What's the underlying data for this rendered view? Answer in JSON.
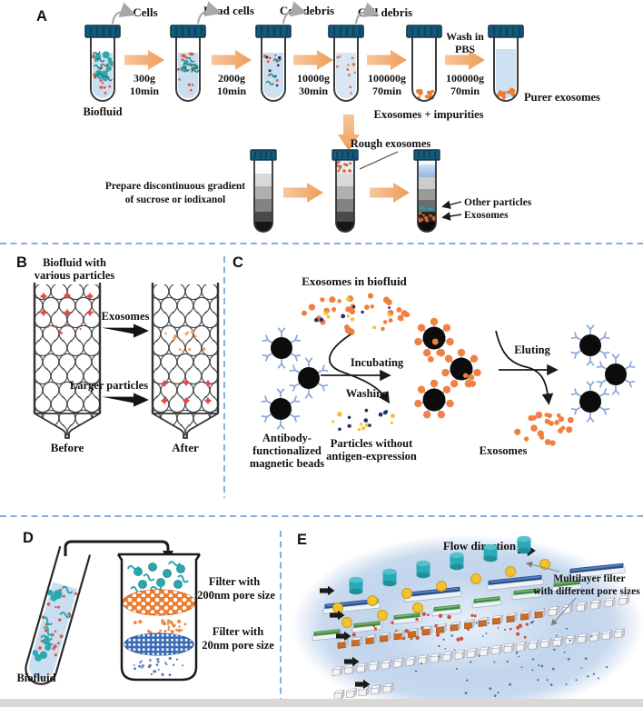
{
  "colors": {
    "divider_dash": "#74a3d8",
    "tube_cap": "#15597b",
    "arrow_orange": "#f0a263",
    "exosome_orange": "#ef8040",
    "biofluid_blue": "#c9def1",
    "teal_particle": "#2aa7ac",
    "red_particle": "#e14a4a",
    "yellow_particle": "#f3c333",
    "navy_particle": "#20306b",
    "bead_black": "#0c0c0c",
    "antibody_blue": "#8aa6d6",
    "filter_orange": "#ef7c2e",
    "filter_blue": "#3a6cb5",
    "glow_blue": "#b7cde9"
  },
  "panelA": {
    "letter": "A",
    "top_labels": [
      "Cells",
      "Dead cells",
      "Cell debris",
      "Cell debris"
    ],
    "biofluid": "Biofluid",
    "step1": [
      "300g",
      "10min"
    ],
    "step2": [
      "2000g",
      "10min"
    ],
    "step3": [
      "10000g",
      "30min"
    ],
    "step4": [
      "100000g",
      "70min"
    ],
    "step5": [
      "100000g",
      "70min"
    ],
    "wash": [
      "Wash in",
      "PBS"
    ],
    "pellet": "Exosomes + impurities",
    "purer": "Purer exosomes",
    "gradient": [
      "Prepare discontinuous gradient",
      "of sucrose or iodixanol"
    ],
    "rough": "Rough exosomes",
    "other_particles": "Other particles",
    "exosomes": "Exosomes"
  },
  "panelB": {
    "letter": "B",
    "title": [
      "Biofluid with",
      "various particles"
    ],
    "exosomes": "Exosomes",
    "larger": "Larger particles",
    "before": "Before",
    "after": "After"
  },
  "panelC": {
    "letter": "C",
    "title": "Exosomes in biofluid",
    "incubating": "Incubating",
    "washing": "Washing",
    "beads": [
      "Antibody-",
      "functionalized",
      "magnetic beads"
    ],
    "particles": [
      "Particles without",
      "antigen-expression"
    ],
    "eluting": "Eluting",
    "exosomes": "Exosomes"
  },
  "panelD": {
    "letter": "D",
    "biofluid": "Biofluid",
    "filter200": [
      "Filter with",
      "200nm pore size"
    ],
    "filter20": [
      "Filter with",
      "20nm pore size"
    ]
  },
  "panelE": {
    "letter": "E",
    "flow": "Flow direction",
    "multilayer": [
      "Multilayer filter",
      "with different pore sizes"
    ]
  }
}
